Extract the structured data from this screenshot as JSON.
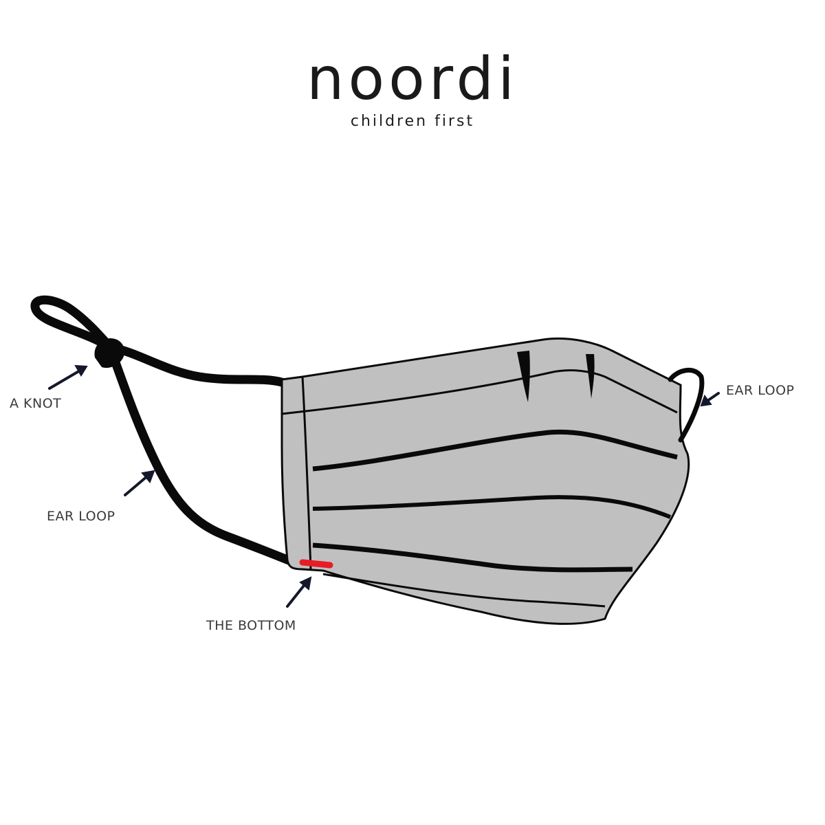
{
  "brand": {
    "name": "noordi",
    "tagline": "children first"
  },
  "diagram": {
    "subject": "face-mask",
    "colors": {
      "mask_fill": "#c0c0c0",
      "outline": "#0a0a0a",
      "marker": "#e81c24",
      "arrow": "#14182a",
      "label_text": "#3a3a3a"
    },
    "labels": [
      {
        "id": "knot",
        "text": "A KNOT"
      },
      {
        "id": "ear_loop_left",
        "text": "EAR LOOP"
      },
      {
        "id": "bottom",
        "text": "THE BOTTOM"
      },
      {
        "id": "ear_loop_right",
        "text": "EAR LOOP"
      }
    ]
  }
}
